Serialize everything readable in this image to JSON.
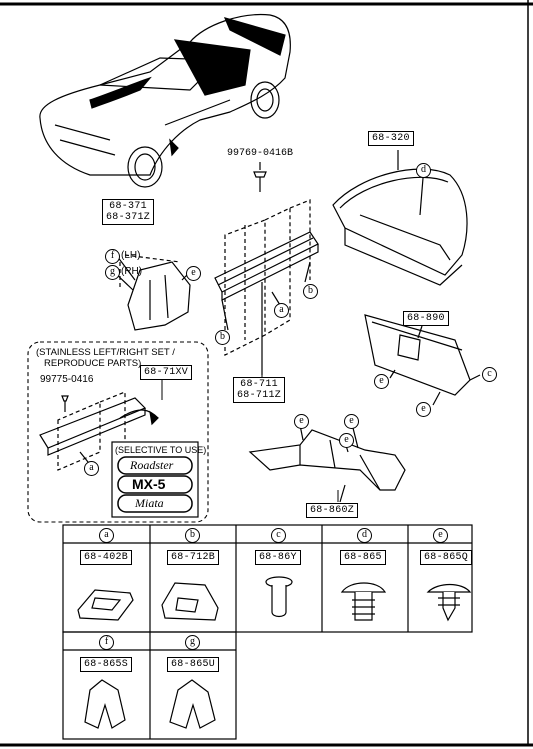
{
  "colors": {
    "ink": "#000000",
    "paper": "#ffffff"
  },
  "parts": {
    "p68_320": "68-320",
    "p99769": "99769-0416B",
    "p68_371": "68-371",
    "p68_371z": "68-371Z",
    "p68_890": "68-890",
    "p68_711": "68-711",
    "p68_711z": "68-711Z",
    "p68_71xv": "68-71XV",
    "p99775": "99775-0416",
    "p68_860z": "68-860Z"
  },
  "notes": {
    "lh": "(LH)",
    "rh": "(RH)",
    "set_line1": "(STAINLESS LEFT/RIGHT SET /",
    "set_line2": "REPRODUCE PARTS)",
    "selective": "(SELECTIVE TO USE)",
    "badge_roadster": "Roadster",
    "badge_mx5": "MX-5",
    "badge_miata": "Miata"
  },
  "letters": {
    "a": "a",
    "b": "b",
    "c": "c",
    "d": "d",
    "e": "e",
    "f": "f",
    "g": "g"
  },
  "table": [
    {
      "letter": "a",
      "part": "68-402B"
    },
    {
      "letter": "b",
      "part": "68-712B"
    },
    {
      "letter": "c",
      "part": "68-86Y"
    },
    {
      "letter": "d",
      "part": "68-865"
    },
    {
      "letter": "e",
      "part": "68-865Q"
    },
    {
      "letter": "f",
      "part": "68-865S"
    },
    {
      "letter": "g",
      "part": "68-865U"
    }
  ]
}
